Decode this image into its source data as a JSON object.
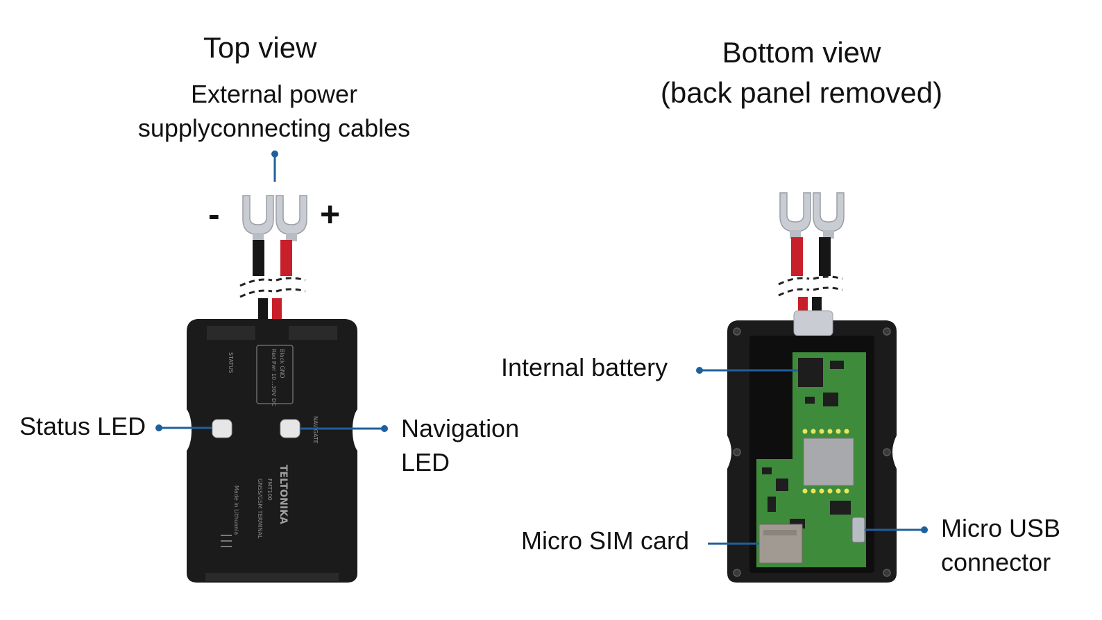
{
  "top_view": {
    "title": "Top view",
    "power_cable_label_line1": "External power",
    "power_cable_label_line2": "supplyconnecting cables",
    "minus_sign": "-",
    "plus_sign": "+",
    "status_led_label": "Status LED",
    "navigation_led_label_line1": "Navigation",
    "navigation_led_label_line2": "LED",
    "device_brand_text": "TELTONIKA",
    "device_model_text": "FMT100",
    "device_label_terminal": "GNSS/GSM TERMINAL",
    "device_label_origin": "Made in Lithuania",
    "device_label_status": "STATUS",
    "device_label_navigate": "NAVIGATE",
    "device_label_voltage": "Red  Pwr 10...30V DC",
    "device_label_gnd": "Black  GND"
  },
  "bottom_view": {
    "title_line1": "Bottom view",
    "title_line2": "(back panel removed)",
    "internal_battery_label": "Internal battery",
    "micro_sim_label": "Micro SIM card",
    "micro_usb_label_line1": "Micro USB",
    "micro_usb_label_line2": "connector"
  },
  "colors": {
    "pointer": "#1f5f9e",
    "housing": "#1b1b1b",
    "pcb": "#3f8b3c",
    "wire_red": "#c8202a",
    "wire_black": "#161616",
    "terminal": "#c9ccd2"
  }
}
